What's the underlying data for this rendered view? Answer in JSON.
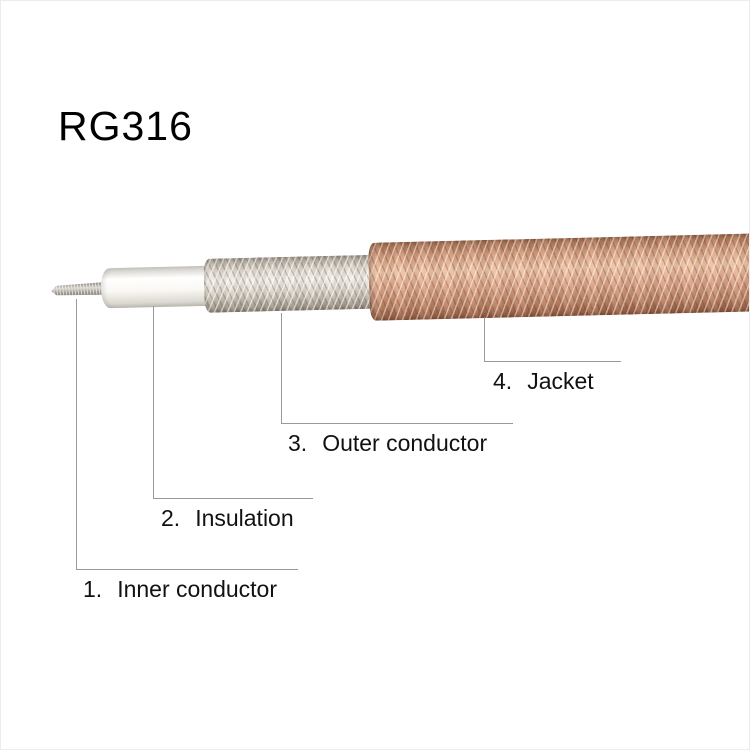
{
  "title": "RG316",
  "parts": [
    {
      "number": "1.",
      "name": "Inner conductor"
    },
    {
      "number": "2.",
      "name": "Insulation"
    },
    {
      "number": "3.",
      "name": "Outer conductor"
    },
    {
      "number": "4.",
      "name": "Jacket"
    }
  ],
  "colors": {
    "jacket": "#d9a183",
    "outer_conductor": "#ddd5c9",
    "insulation": "#f6f4ef",
    "inner_conductor": "#b5b0a8",
    "leader_line": "#999999",
    "text": "#111111"
  }
}
